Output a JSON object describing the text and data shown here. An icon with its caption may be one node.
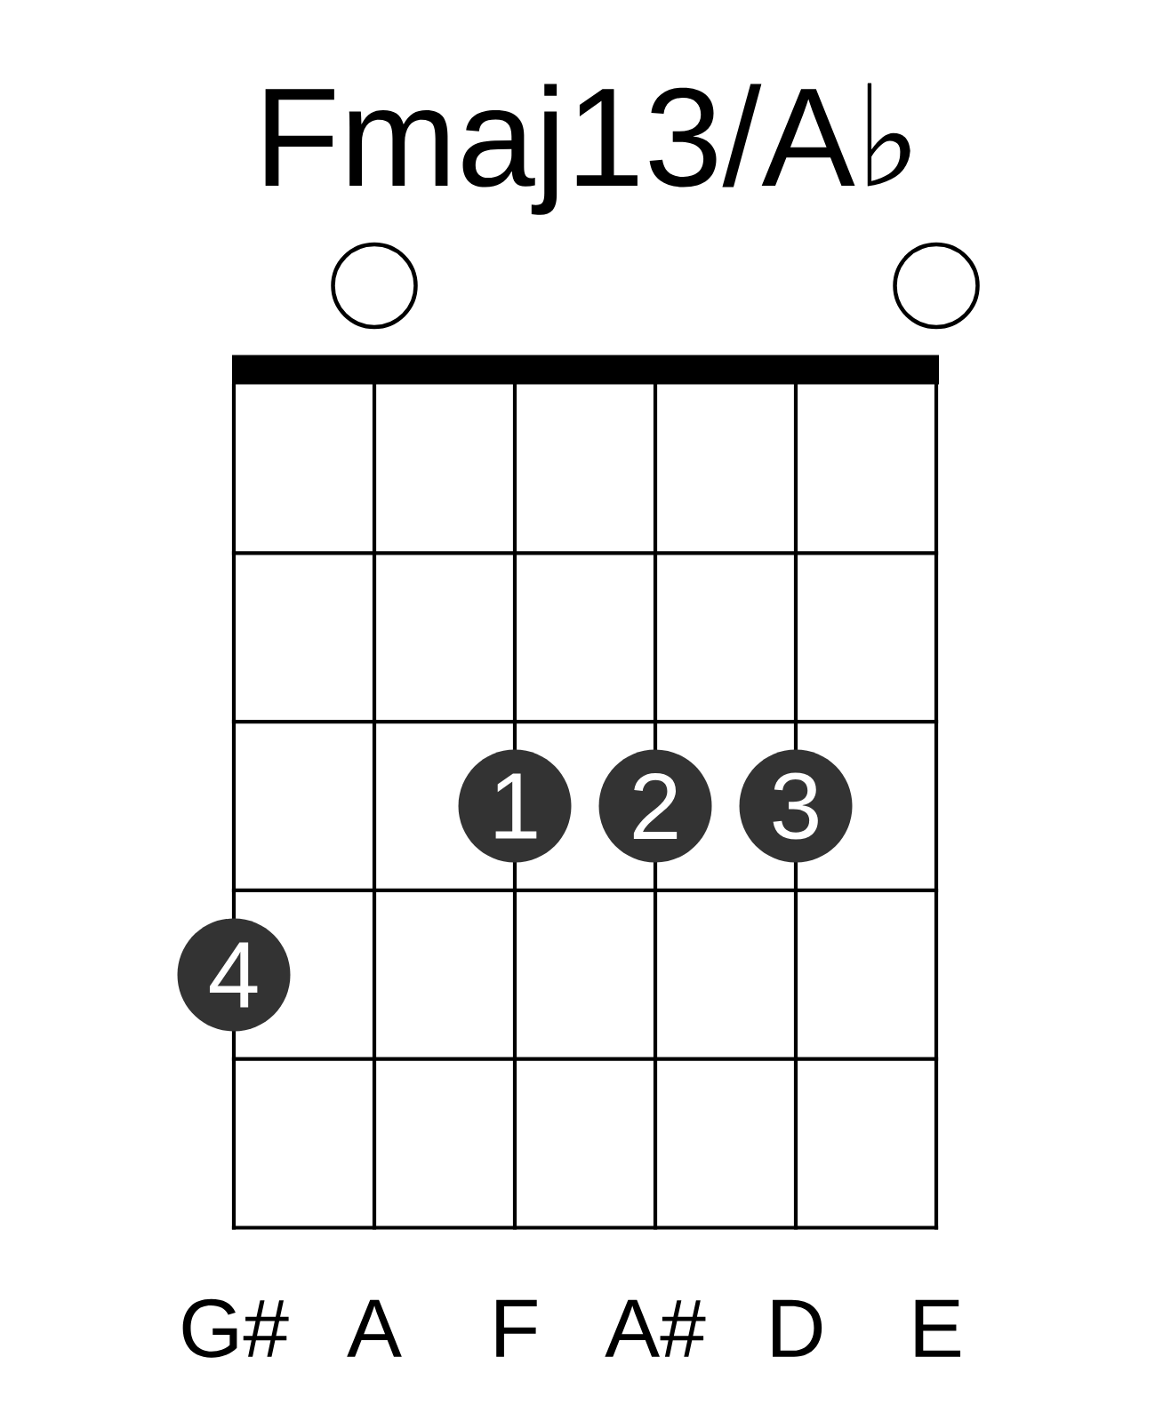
{
  "diagram": {
    "title": "Fmaj13/A♭",
    "nodes": [
      {
        "text": [],
        "shape": "circle"
      },
      {
        "text": [],
        "shape": "circle"
      },
      {
        "text": [
          "1"
        ]
      },
      {
        "text": [
          "2"
        ]
      },
      {
        "text": [
          "3"
        ]
      },
      {
        "text": [
          "4"
        ]
      }
    ],
    "labels": [
      "G#",
      "A",
      "F",
      "A#",
      "D",
      "E"
    ]
  }
}
